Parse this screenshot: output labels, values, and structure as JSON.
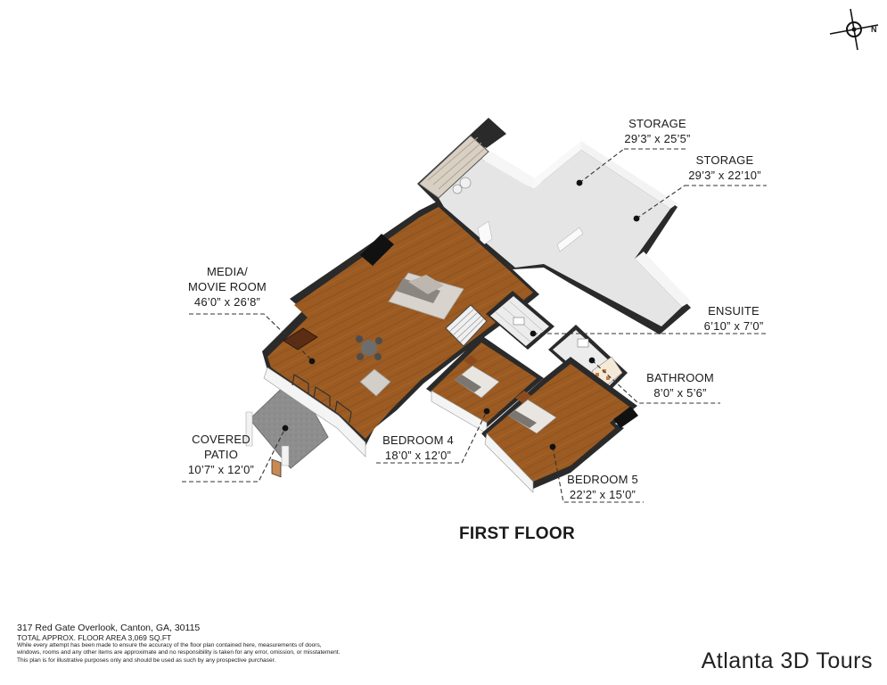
{
  "compass": {
    "label": "N"
  },
  "rooms": {
    "storage_1": {
      "name": "STORAGE",
      "dims": "29’3” x 25’5”"
    },
    "storage_2": {
      "name": "STORAGE",
      "dims": "29’3” x 22’10”"
    },
    "media": {
      "name_line1": "MEDIA/",
      "name_line2": "MOVIE ROOM",
      "dims": "46’0” x 26’8”"
    },
    "ensuite": {
      "name": "ENSUITE",
      "dims": "6’10” x 7’0”"
    },
    "bathroom": {
      "name": "BATHROOM",
      "dims": "8’0” x 5’6”"
    },
    "covered_patio": {
      "name_line1": "COVERED",
      "name_line2": "PATIO",
      "dims": "10’7” x 12’0”"
    },
    "bedroom_4": {
      "name": "BEDROOM 4",
      "dims": "18’0” x 12’0”"
    },
    "bedroom_5": {
      "name": "BEDROOM 5",
      "dims": "22’2” x 15’0”"
    }
  },
  "floor_title": "FIRST FLOOR",
  "footer": {
    "address": "317 Red Gate Overlook, Canton, GA, 30115",
    "total_area": "TOTAL APPROX. FLOOR AREA 3,069 SQ.FT",
    "disclaimer_1": "While  every attempt has been made to ensure the accuracy of the floor plan contained here, measurements of doors,",
    "disclaimer_2": "windows, rooms and any other items are approximate and no responsibility is taken for any error, omission, or misstatement.",
    "disclaimer_3": "This plan is for illustrative purposes only and should be used as such by any prospective purchaser."
  },
  "brand": "Atlanta 3D Tours",
  "colors": {
    "wood_floor": "#9a5a22",
    "concrete": "#e6e6e6",
    "wall_top": "#2a2a2a",
    "wall_face": "#f4f4f4",
    "patio": "#8d8d8d"
  }
}
